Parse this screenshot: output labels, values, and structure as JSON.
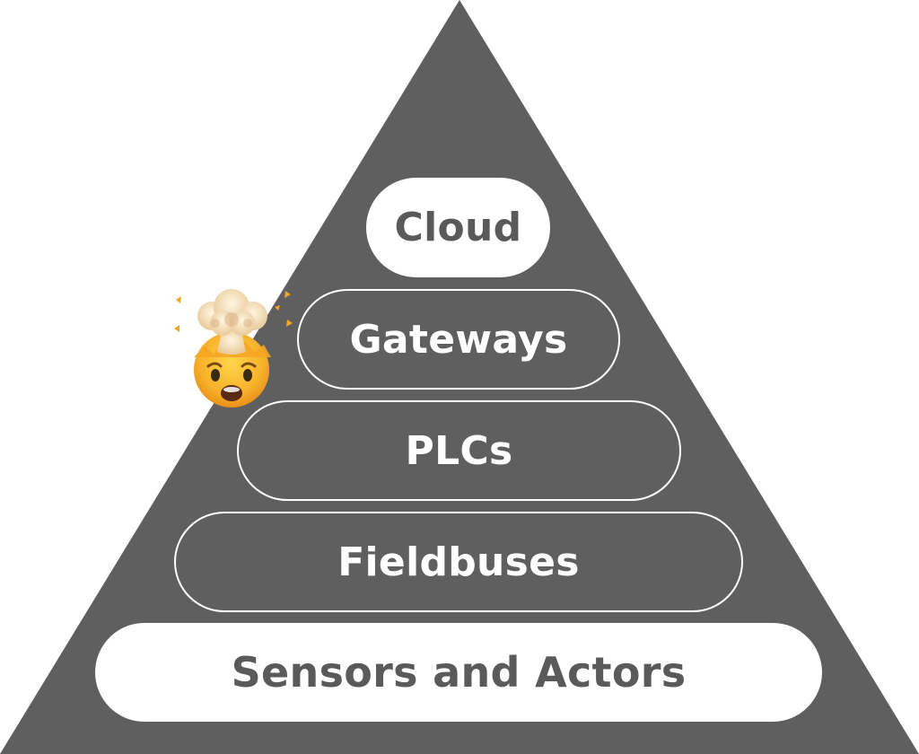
{
  "layers": [
    {
      "id": "cloud",
      "label": "Cloud",
      "style": "filled"
    },
    {
      "id": "gateways",
      "label": "Gateways",
      "style": "outlined"
    },
    {
      "id": "plcs",
      "label": "PLCs",
      "style": "outlined"
    },
    {
      "id": "fieldbuses",
      "label": "Fieldbuses",
      "style": "outlined"
    },
    {
      "id": "sensors",
      "label": "Sensors and Actors",
      "style": "filled"
    }
  ],
  "icons": {
    "emoji": "exploding-head-icon"
  },
  "colors": {
    "pyramid": "#5f5f5f",
    "pill_fill": "#ffffff",
    "pill_text_dark": "#5a5a5a",
    "outline": "#ffffff"
  }
}
